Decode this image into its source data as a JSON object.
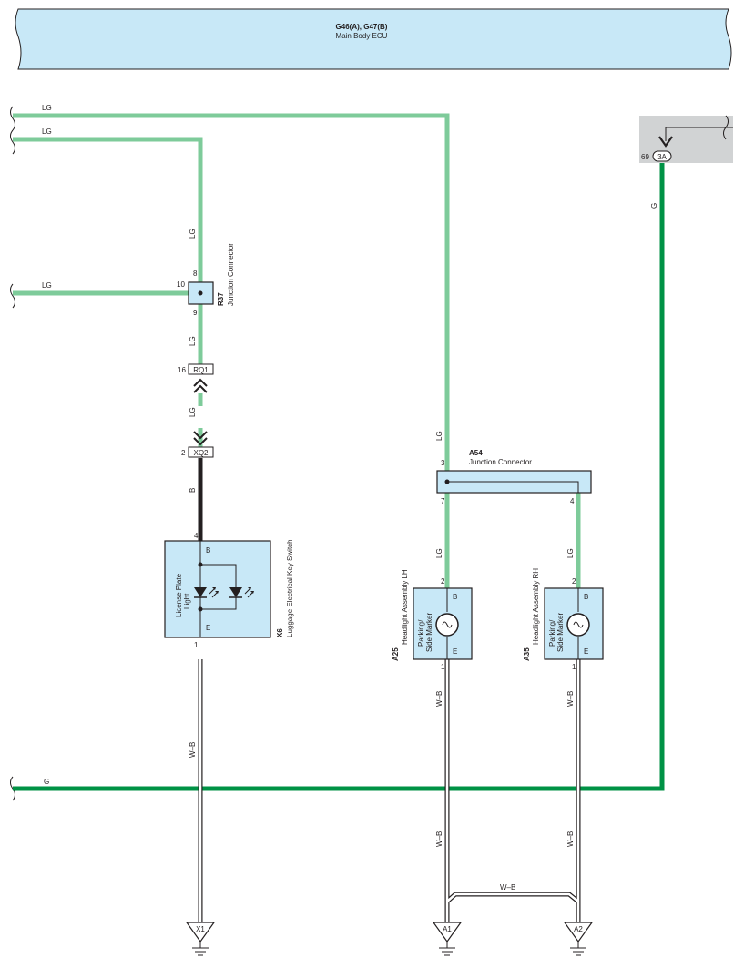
{
  "ecu": {
    "code": "G46(A), G47(B)",
    "name": "Main Body ECU"
  },
  "wire_colors": {
    "LG": "#7ecb9a",
    "G": "#009245",
    "B": "#231f20",
    "W_B": "#ffffff",
    "box_fill": "#c8e8f7",
    "gray_box": "#d1d3d4"
  },
  "wires": {
    "lg_top1": "LG",
    "lg_top2": "LG",
    "lg_mid": "LG",
    "lg_v1": "LG",
    "lg_v2": "LG",
    "lg_v3": "LG",
    "lg_a54_in": "LG",
    "lg_a25": "LG",
    "lg_a35": "LG",
    "b_x6": "B",
    "g_right": "G",
    "g_bottom": "G",
    "wb_x6": "W–B",
    "wb_a25_1": "W–B",
    "wb_a35_1": "W–B",
    "wb_a25_2": "W–B",
    "wb_a35_2": "W–B",
    "wb_cross": "W–B"
  },
  "r37": {
    "code": "R37",
    "name": "Junction Connector",
    "pin_top": "8",
    "pin_left": "10",
    "pin_bottom": "9"
  },
  "rq1": {
    "code": "RQ1",
    "pin": "16"
  },
  "xq2": {
    "code": "XQ2",
    "pin": "2"
  },
  "x6": {
    "code": "X6",
    "name": "Luggage Electrical Key Switch",
    "pin_top": "4",
    "pin_bottom": "1",
    "term_b": "B",
    "term_e": "E",
    "inner_label_1": "License Plate",
    "inner_label_2": "Light"
  },
  "a54": {
    "code": "A54",
    "name": "Junction Connector",
    "pin_in": "3",
    "pin_out_left": "7",
    "pin_out_right": "4"
  },
  "a25": {
    "code": "A25",
    "name": "Headlight Assembly LH",
    "pin_top": "2",
    "pin_bottom": "1",
    "term_b": "B",
    "term_e": "E",
    "inner_label_1": "Parking/",
    "inner_label_2": "Side Marker"
  },
  "a35": {
    "code": "A35",
    "name": "Headlight Assembly RH",
    "pin_top": "2",
    "pin_bottom": "1",
    "term_b": "B",
    "term_e": "E",
    "inner_label_1": "Parking/",
    "inner_label_2": "Side Marker"
  },
  "ecu_pin": {
    "pin": "69",
    "connector": "3A"
  },
  "grounds": {
    "x1": "X1",
    "a1": "A1",
    "a2": "A2"
  }
}
